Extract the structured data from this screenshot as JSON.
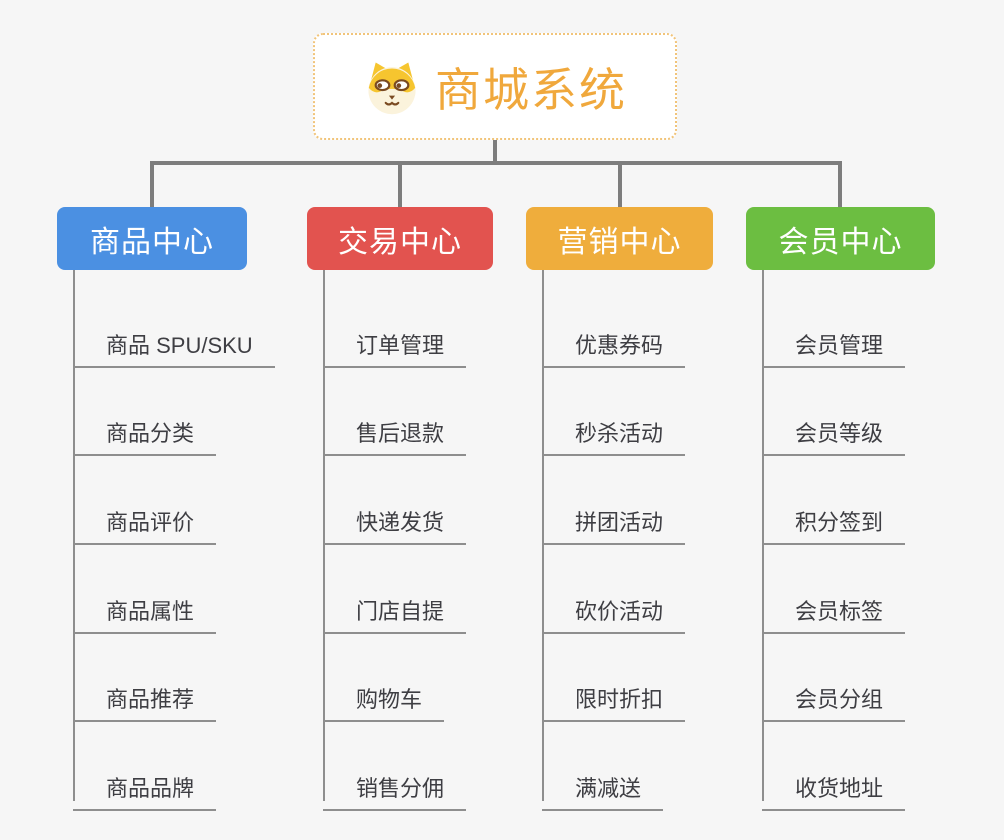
{
  "root": {
    "title": "商城系统",
    "icon": "dog-face-icon",
    "title_color": "#F0A83C",
    "border_color": "#F1C47A",
    "background": "#FFFFFF"
  },
  "branches": [
    {
      "label": "商品中心",
      "color": "#4B90E2",
      "children": [
        "商品 SPU/SKU",
        "商品分类",
        "商品评价",
        "商品属性",
        "商品推荐",
        "商品品牌"
      ]
    },
    {
      "label": "交易中心",
      "color": "#E2534F",
      "children": [
        "订单管理",
        "售后退款",
        "快递发货",
        "门店自提",
        "购物车",
        "销售分佣"
      ]
    },
    {
      "label": "营销中心",
      "color": "#EFAD3C",
      "children": [
        "优惠券码",
        "秒杀活动",
        "拼团活动",
        "砍价活动",
        "限时折扣",
        "满减送"
      ]
    },
    {
      "label": "会员中心",
      "color": "#6CBE41",
      "children": [
        "会员管理",
        "会员等级",
        "积分签到",
        "会员标签",
        "会员分组",
        "收货地址"
      ]
    }
  ],
  "colors": {
    "background": "#F6F6F6",
    "connector": "#7D7D7D",
    "leaf_line": "#8E8E8E",
    "leaf_text": "#3E3E43"
  }
}
